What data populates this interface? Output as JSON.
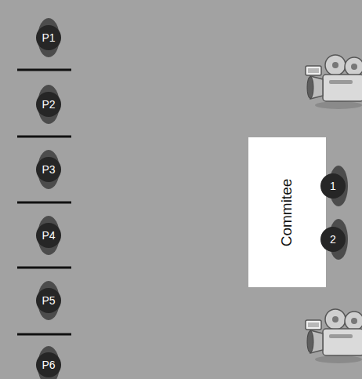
{
  "diagram": {
    "nodes": [
      {
        "text": [
          "P1"
        ]
      },
      {
        "text": [
          "P2"
        ]
      },
      {
        "text": [
          "P3"
        ]
      },
      {
        "text": [
          "P4"
        ]
      },
      {
        "text": [
          "P5"
        ]
      },
      {
        "text": [
          "P6"
        ]
      },
      {
        "text": [
          "Commitee"
        ]
      },
      {
        "text": [
          "1"
        ]
      },
      {
        "text": [
          "2"
        ]
      }
    ]
  }
}
